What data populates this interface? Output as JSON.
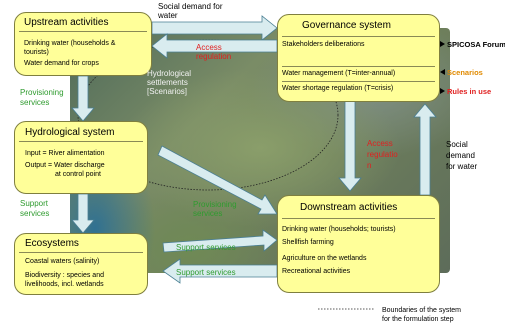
{
  "boxes": {
    "upstream": {
      "title": "Upstream activities",
      "line1": "Drinking water (households &",
      "line2": "tourists)",
      "line3": "Water demand for crops"
    },
    "hydrological": {
      "title": "Hydrological system",
      "line1": "Input = River alimentation",
      "line2": "Output = Water discharge",
      "line3": "at control point"
    },
    "ecosystems": {
      "title": "Ecosystems",
      "line1": "Coastal waters (salinity)",
      "line2": "Biodiversity : species and",
      "line3": "livelihoods, incl. wetlands"
    },
    "governance": {
      "title": "Governance system",
      "row1": "Stakeholders deliberations",
      "row2": "Water management (T=inter-annual)",
      "row3": "Water shortage regulation (T=crisis)"
    },
    "downstream": {
      "title": "Downstream activities",
      "line1": "Drinking water (households; tourists)",
      "line2": "Shellfish farming",
      "line3": "Agriculture on the wetlands",
      "line4": "Recreational activities"
    }
  },
  "labels": {
    "social_top_1": "Social demand for",
    "social_top_2": "water",
    "access_top_1": "Access",
    "access_top_2": "regulation",
    "hydro_settle_1": "Hydrological",
    "hydro_settle_2": "settlements",
    "hydro_settle_3": "[Scenarios]",
    "provisioning_1": "Provisioning",
    "provisioning_2": "services",
    "support_left_1": "Support",
    "support_left_2": "services",
    "access_right_1": "Access",
    "access_right_2": "regulatio",
    "access_right_3": "n",
    "social_right_1": "Social",
    "social_right_2": "demand",
    "social_right_3": "for water",
    "provisioning_mid_1": "Provisioning",
    "provisioning_mid_2": "services",
    "support_mid": "Support services",
    "support_bottom": "Support services",
    "spicosa": "SPICOSA Forum",
    "scenarios": "Scenarios",
    "rules": "Rules in use",
    "boundary_1": "Boundaries of the system",
    "boundary_2": "for the formulation step"
  },
  "colors": {
    "box_fill": "#ffff99",
    "arrow_fill": "#d9ecef",
    "green": "#2f9b2f",
    "red": "#e02020",
    "orange": "#e08a00"
  }
}
